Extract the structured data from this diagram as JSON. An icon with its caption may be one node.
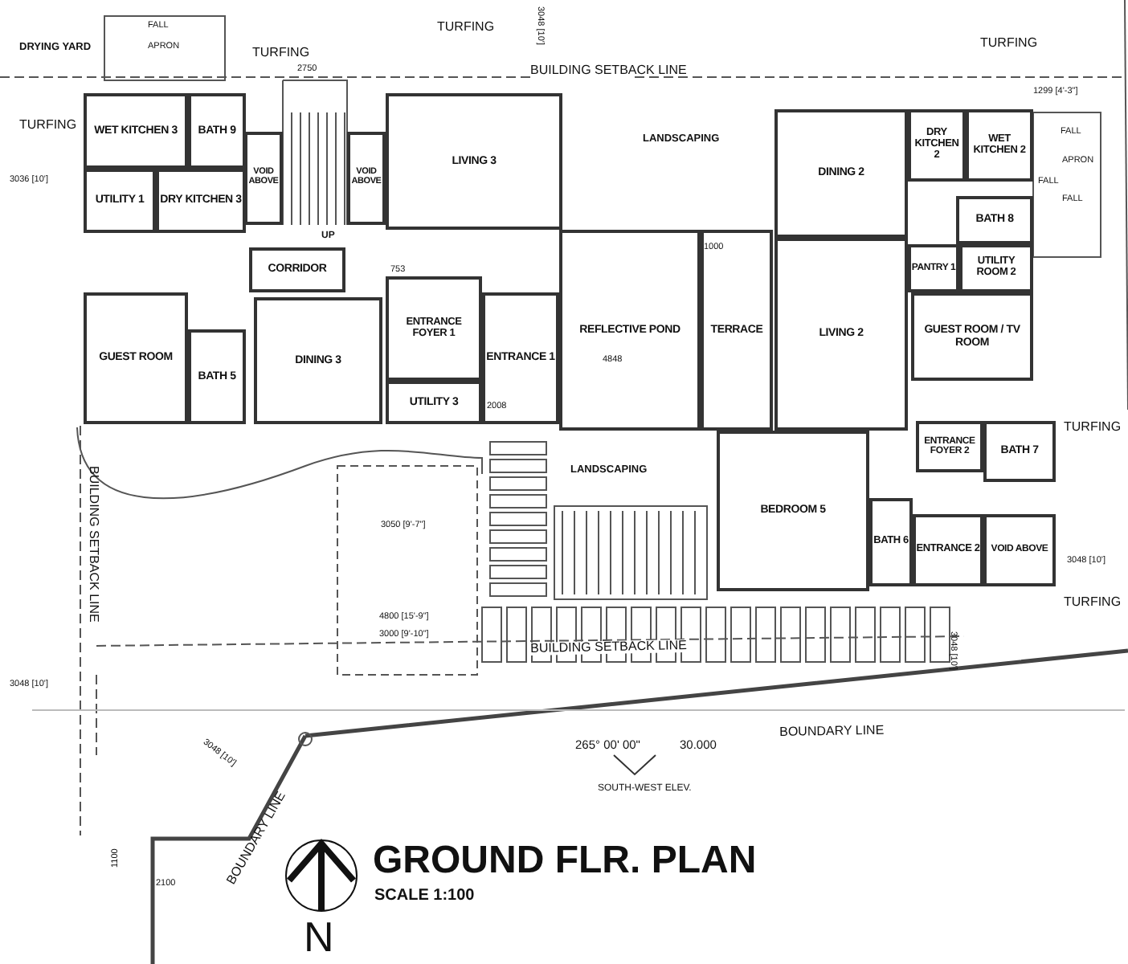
{
  "diagram": {
    "title": "GROUND FLR. PLAN",
    "caption": "SCALE 1:100",
    "nodes": [
      {
        "text": [
          "WET KITCHEN 3"
        ]
      },
      {
        "text": [
          "BATH 9"
        ]
      },
      {
        "text": [
          "UTILITY 1"
        ]
      },
      {
        "text": [
          "DRY KITCHEN 3"
        ]
      },
      {
        "text": [
          "VOID ABOVE"
        ]
      },
      {
        "text": [
          "VOID ABOVE"
        ]
      },
      {
        "text": [
          "CORRIDOR"
        ]
      },
      {
        "text": [
          "GUEST ROOM"
        ]
      },
      {
        "text": [
          "BATH 5"
        ]
      },
      {
        "text": [
          "DINING 3"
        ]
      },
      {
        "text": [
          "LIVING 3"
        ]
      },
      {
        "text": [
          "ENTRANCE FOYER 1"
        ]
      },
      {
        "text": [
          "UTILITY 3"
        ]
      },
      {
        "text": [
          "ENTRANCE 1"
        ]
      },
      {
        "text": [
          "REFLECTIVE POND"
        ]
      },
      {
        "text": [
          "TERRACE"
        ]
      },
      {
        "text": [
          "DINING 2"
        ]
      },
      {
        "text": [
          "DRY KITCHEN 2"
        ]
      },
      {
        "text": [
          "WET KITCHEN 2"
        ]
      },
      {
        "text": [
          "BATH 8"
        ]
      },
      {
        "text": [
          "PANTRY 1"
        ]
      },
      {
        "text": [
          "UTILITY ROOM 2"
        ]
      },
      {
        "text": [
          "LIVING 2"
        ]
      },
      {
        "text": [
          "GUEST ROOM / TV ROOM"
        ]
      },
      {
        "text": [
          "ENTRANCE FOYER 2"
        ]
      },
      {
        "text": [
          "BATH 7"
        ]
      },
      {
        "text": [
          "BEDROOM 5"
        ]
      },
      {
        "text": [
          "BATH 6"
        ]
      },
      {
        "text": [
          "ENTRANCE 2"
        ]
      },
      {
        "text": [
          "VOID ABOVE"
        ]
      }
    ],
    "edges": [],
    "labels": [
      "3048 [10']",
      "FALL",
      "APRON",
      "TURFING",
      "TURFING",
      "TURFING",
      "DRYING YARD",
      "2750",
      "BUILDING SETBACK LINE",
      "1299 [4'-3\"]",
      "TURFING",
      "FALL",
      "APRON",
      "FALL",
      "FALL",
      "LANDSCAPING",
      "3036 [10']",
      "UP",
      "753",
      "1000",
      "4848",
      "2008",
      "TURFING",
      "LANDSCAPING",
      "3050 [9'-7\"]",
      "BUILDING SETBACK LINE",
      "3048 [10']",
      "TURFING",
      "4800 [15'-9\"]",
      "3000 [9'-10\"]",
      "BUILDING SETBACK LINE",
      "3048 [10']",
      "3048 [10']",
      "265° 00' 00\"",
      "30.000",
      "BOUNDARY LINE",
      "SOUTH-WEST ELEV.",
      "3048 [10']",
      "BOUNDARY LINE",
      "1100",
      "2100",
      "N"
    ]
  }
}
